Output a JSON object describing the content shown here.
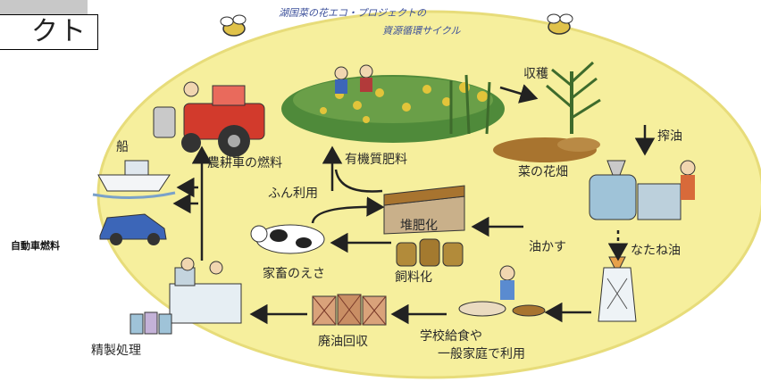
{
  "title_box": {
    "text": "クト"
  },
  "header": {
    "line1": "湖国菜の花エコ・プロジェクトの",
    "line2": "資源循環サイクル"
  },
  "labels": {
    "harvest": "収穫",
    "oil_press": "搾油",
    "rape_field": "菜の花畑",
    "organic_fertilizer": "有機質肥料",
    "farm_fuel": "農耕車の燃料",
    "ship": "船",
    "car_fuel": "自動車燃料",
    "manure_use": "ふん利用",
    "compost": "堆肥化",
    "oil_cake": "油かす",
    "rapeseed_oil": "なたね油",
    "livestock_feed": "家畜のえさ",
    "feed_making": "飼料化",
    "refining": "精製処理",
    "waste_oil_collection": "廃油回収",
    "school_lunch_line1": "学校給食や",
    "school_lunch_line2": "一般家庭で利用"
  },
  "colors": {
    "ellipse_fill": "#f6ef9d",
    "ellipse_stroke": "#e7dc7a",
    "arrow": "#222222",
    "tractor_red": "#d23a2c",
    "car_blue": "#3c66b8",
    "field_green": "#4f8a3a",
    "flower_yellow": "#e2c43a",
    "soil_brown": "#a8742f"
  }
}
